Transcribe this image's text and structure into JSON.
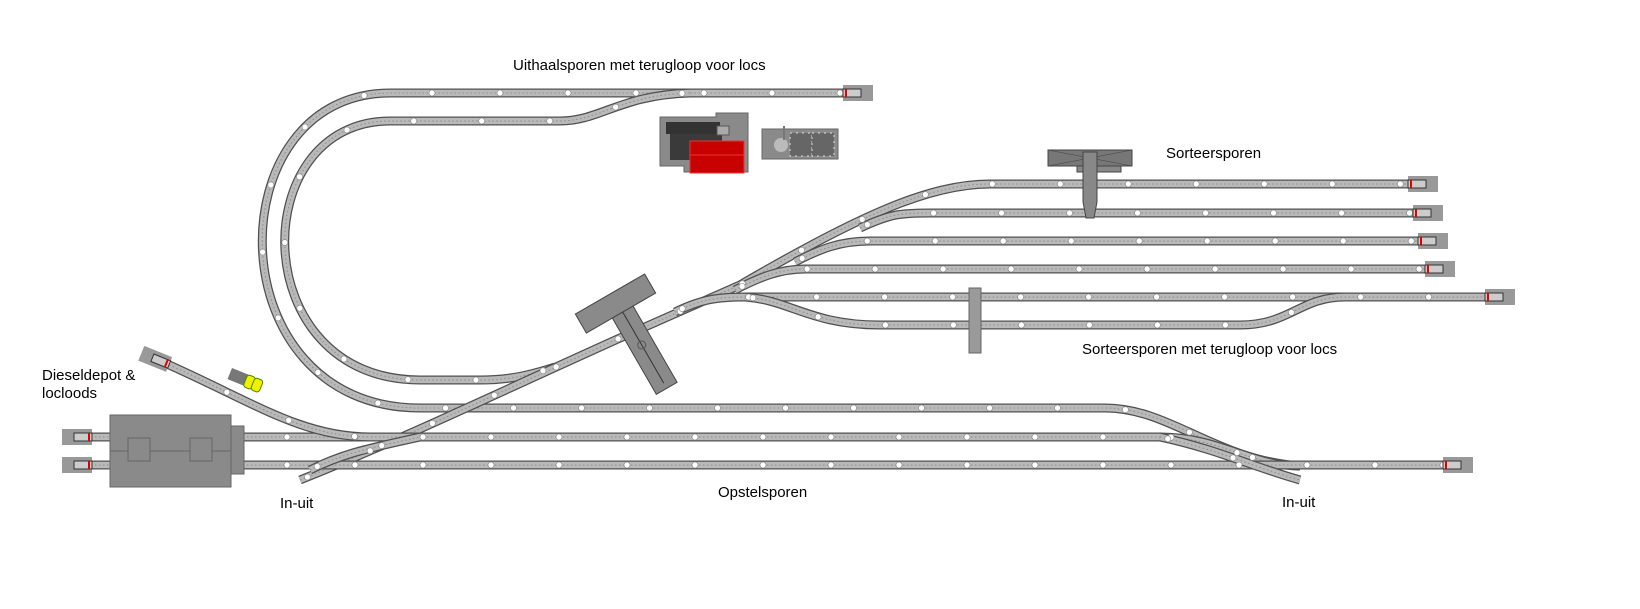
{
  "labels": {
    "uithaal": "Uithaalsporen met terugloop voor locs",
    "sorteer": "Sorteersporen",
    "sorteer_loop": "Sorteersporen met terugloop voor locs",
    "diesel_1": "Dieseldepot &",
    "diesel_2": "locloods",
    "in_uit_left": "In-uit",
    "opstel": "Opstelsporen",
    "in_uit_right": "In-uit"
  },
  "colors": {
    "track": "#b9b9b9",
    "track_edge": "#505050",
    "building": "#8a8a8a",
    "red_roof": "#c80000",
    "loco": "#f0f000",
    "signal": "#e00000"
  }
}
